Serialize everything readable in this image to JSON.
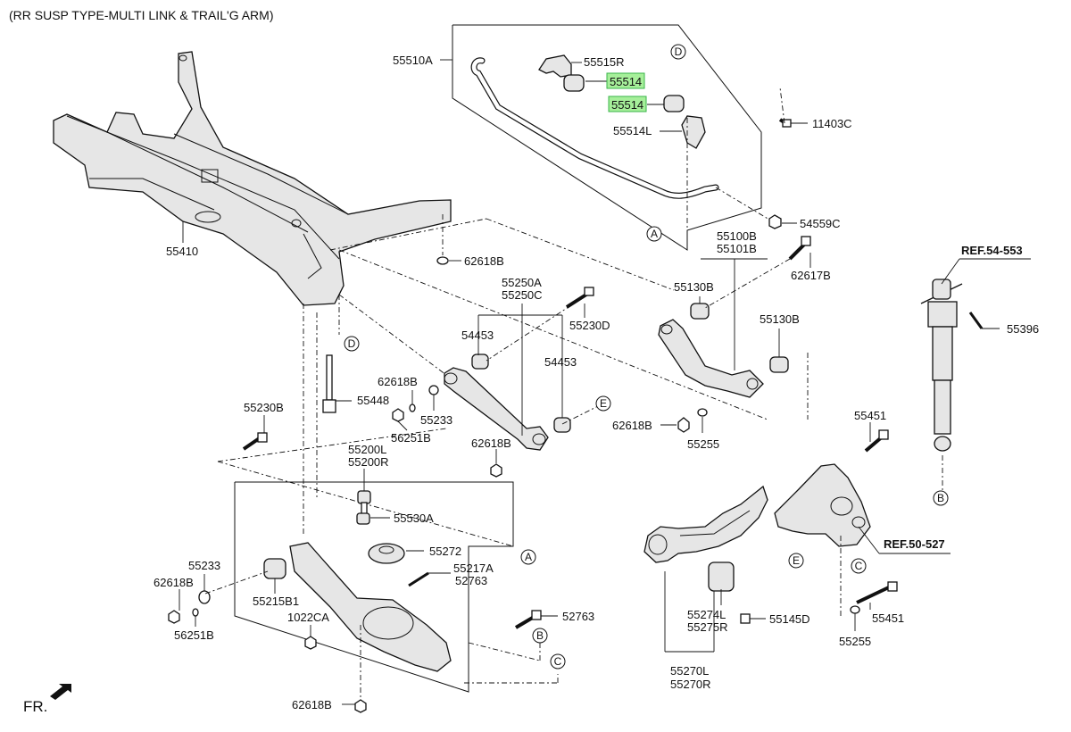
{
  "title": "(RR SUSP TYPE-MULTI LINK & TRAIL'G ARM)",
  "fr_label": "FR.",
  "highlight_color": "#a6ef9a",
  "callouts": {
    "c_55510A": "55510A",
    "c_55515R": "55515R",
    "c_55514_a": "55514",
    "c_55514_b": "55514",
    "c_55514L": "55514L",
    "c_11403C": "11403C",
    "c_54559C": "54559C",
    "c_55410": "55410",
    "c_62618B_1": "62618B",
    "c_55100B": "55100B",
    "c_55101B": "55101B",
    "c_62617B": "62617B",
    "c_ref54553": "REF.54-553",
    "c_55130B_1": "55130B",
    "c_55130B_2": "55130B",
    "c_55396": "55396",
    "c_55250A": "55250A",
    "c_55250C": "55250C",
    "c_55230D": "55230D",
    "c_54453_1": "54453",
    "c_54453_2": "54453",
    "c_62618B_2": "62618B",
    "c_55448": "55448",
    "c_55233_1": "55233",
    "c_56251B_1": "56251B",
    "c_62618B_3": "62618B",
    "c_62618B_4": "62618B",
    "c_55255_1": "55255",
    "c_55451_1": "55451",
    "c_55230B": "55230B",
    "c_55200L": "55200L",
    "c_55200R": "55200R",
    "c_55530A": "55530A",
    "c_55272": "55272",
    "c_55217A": "55217A",
    "c_52763_1": "52763",
    "c_55233_2": "55233",
    "c_62618B_5": "62618B",
    "c_55215B1": "55215B1",
    "c_1022CA": "1022CA",
    "c_56251B_2": "56251B",
    "c_52763_2": "52763",
    "c_62618B_6": "62618B",
    "c_ref50527": "REF.50-527",
    "c_55274L": "55274L",
    "c_55275R": "55275R",
    "c_55145D": "55145D",
    "c_55270L": "55270L",
    "c_55270R": "55270R",
    "c_55255_2": "55255",
    "c_55451_2": "55451"
  },
  "markers": {
    "m_D_top": "D",
    "m_A_top": "A",
    "m_D_mid": "D",
    "m_E_mid": "E",
    "m_B_shock": "B",
    "m_A_low": "A",
    "m_E_knuckle": "E",
    "m_C_knuckle": "C",
    "m_B_low": "B",
    "m_C_low": "C"
  }
}
